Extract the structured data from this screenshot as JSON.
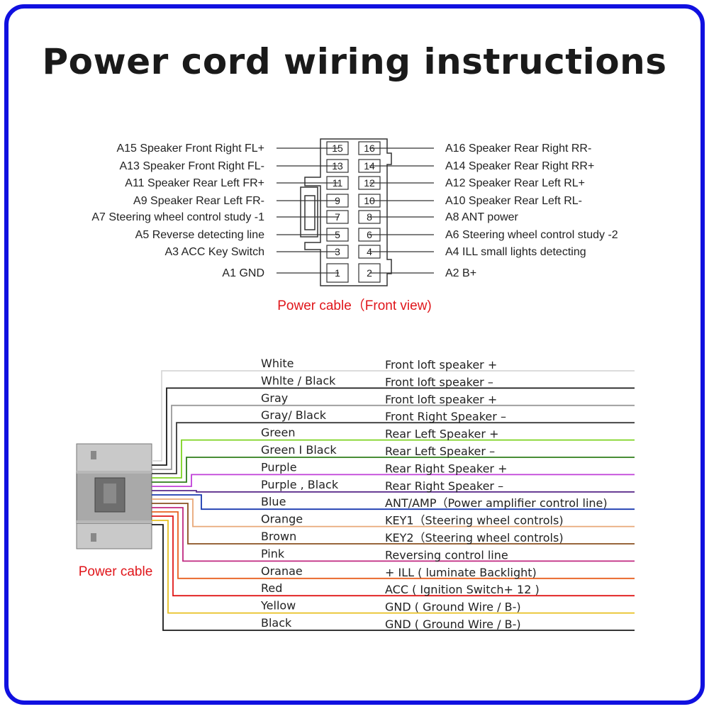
{
  "title": "Power cord wiring instructions",
  "connector": {
    "caption": "Power cable（Front view)",
    "left_pins": [
      {
        "num": "15",
        "label": "A15 Speaker Front Right FL+"
      },
      {
        "num": "13",
        "label": "A13 Speaker Front Right FL-"
      },
      {
        "num": "11",
        "label": "A11 Speaker Rear Left FR+"
      },
      {
        "num": "9",
        "label": "A9 Speaker Rear Left FR-"
      },
      {
        "num": "7",
        "label": "A7 Steering wheel control study -1"
      },
      {
        "num": "5",
        "label": "A5 Reverse detecting line"
      },
      {
        "num": "3",
        "label": "A3 ACC Key Switch"
      },
      {
        "num": "1",
        "label": "A1 GND"
      }
    ],
    "right_pins": [
      {
        "num": "16",
        "label": "A16 Speaker Rear Right RR-"
      },
      {
        "num": "14",
        "label": "A14 Speaker Rear Right RR+"
      },
      {
        "num": "12",
        "label": "A12 Speaker Rear Left RL+"
      },
      {
        "num": "10",
        "label": "A10 Speaker Rear Left RL-"
      },
      {
        "num": "8",
        "label": "A8 ANT power"
      },
      {
        "num": "6",
        "label": "A6 Steering wheel control study -2"
      },
      {
        "num": "4",
        "label": "A4 ILL small lights detecting"
      },
      {
        "num": "2",
        "label": "A2 B+"
      }
    ]
  },
  "harness": {
    "caption": "Power cable",
    "wires": [
      {
        "color_name": "White",
        "function": "Front loft speaker +",
        "stroke": "#d8d8d8"
      },
      {
        "color_name": "Whlte / Black",
        "function": "Front loft speaker –",
        "stroke": "#1a1a1a"
      },
      {
        "color_name": "Gray",
        "function": "Front loft speaker +",
        "stroke": "#9a9a9a"
      },
      {
        "color_name": "Gray/ Black",
        "function": "Front Right Speaker –",
        "stroke": "#3a3a3a"
      },
      {
        "color_name": "Green",
        "function": "Rear Left Speaker +",
        "stroke": "#7ed321"
      },
      {
        "color_name": "Green I Black",
        "function": "Rear Left Speaker –",
        "stroke": "#2e7d1a"
      },
      {
        "color_name": "Purple",
        "function": "Rear Right Speaker +",
        "stroke": "#c040d8"
      },
      {
        "color_name": "Purple , Black",
        "function": "Rear Right Speaker –",
        "stroke": "#5a2a8a"
      },
      {
        "color_name": "Blue",
        "function": "ANT/AMP（Power amplifier control line)",
        "stroke": "#1a3ab0"
      },
      {
        "color_name": "Orange",
        "function": "KEY1（Steering wheel controls)",
        "stroke": "#e8a878"
      },
      {
        "color_name": "Brown",
        "function": "KEY2（Steering wheel controls)",
        "stroke": "#8a5020"
      },
      {
        "color_name": "Pink",
        "function": "Reversing control line",
        "stroke": "#c02880"
      },
      {
        "color_name": "Oranae",
        "function": "+ ILL ( luminate Backlight)",
        "stroke": "#e86020"
      },
      {
        "color_name": "Red",
        "function": "ACC ( Ignition Switch+ 12 )",
        "stroke": "#e01818"
      },
      {
        "color_name": "Yellow",
        "function": "GND ( Ground Wire / B-)",
        "stroke": "#e8c020"
      },
      {
        "color_name": "Black",
        "function": "GND ( Ground Wire / B-)",
        "stroke": "#1a1a1a"
      }
    ]
  },
  "colors": {
    "border": "#1010e0",
    "caption_red": "#e0161b"
  }
}
